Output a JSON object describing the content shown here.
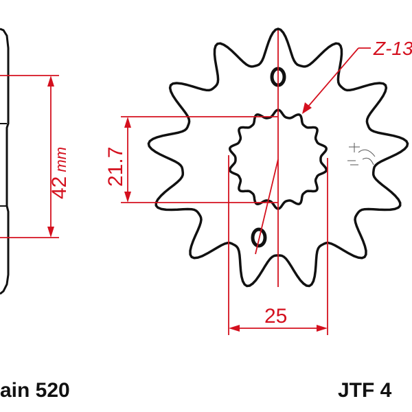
{
  "diagram": {
    "side_dimension": {
      "value": "42",
      "unit": "mm"
    },
    "inner_dimension": "21.7",
    "bottom_dimension": "25",
    "teeth_label": "Z-13",
    "chain_label": "ain 520",
    "part_label": "JTF 4",
    "teeth": 13,
    "colors": {
      "dimension": "#d4101e",
      "outline": "#111111",
      "background": "#ffffff"
    }
  }
}
